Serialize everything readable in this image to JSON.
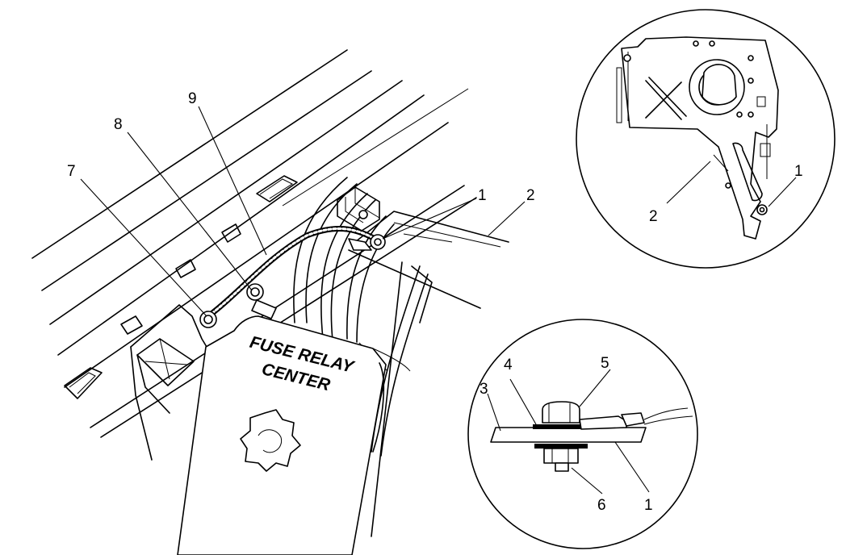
{
  "callouts": {
    "main": {
      "n1": "1",
      "n2": "2",
      "n7": "7",
      "n8": "8",
      "n9": "9"
    },
    "inset_top": {
      "n1": "1",
      "n2": "2"
    },
    "inset_bottom": {
      "n1": "1",
      "n3": "3",
      "n4": "4",
      "n5": "5",
      "n6": "6"
    }
  },
  "fuse_box": {
    "line1": "FUSE RELAY",
    "line2": "CENTER"
  },
  "colors": {
    "line": "#000000",
    "background": "#ffffff"
  }
}
